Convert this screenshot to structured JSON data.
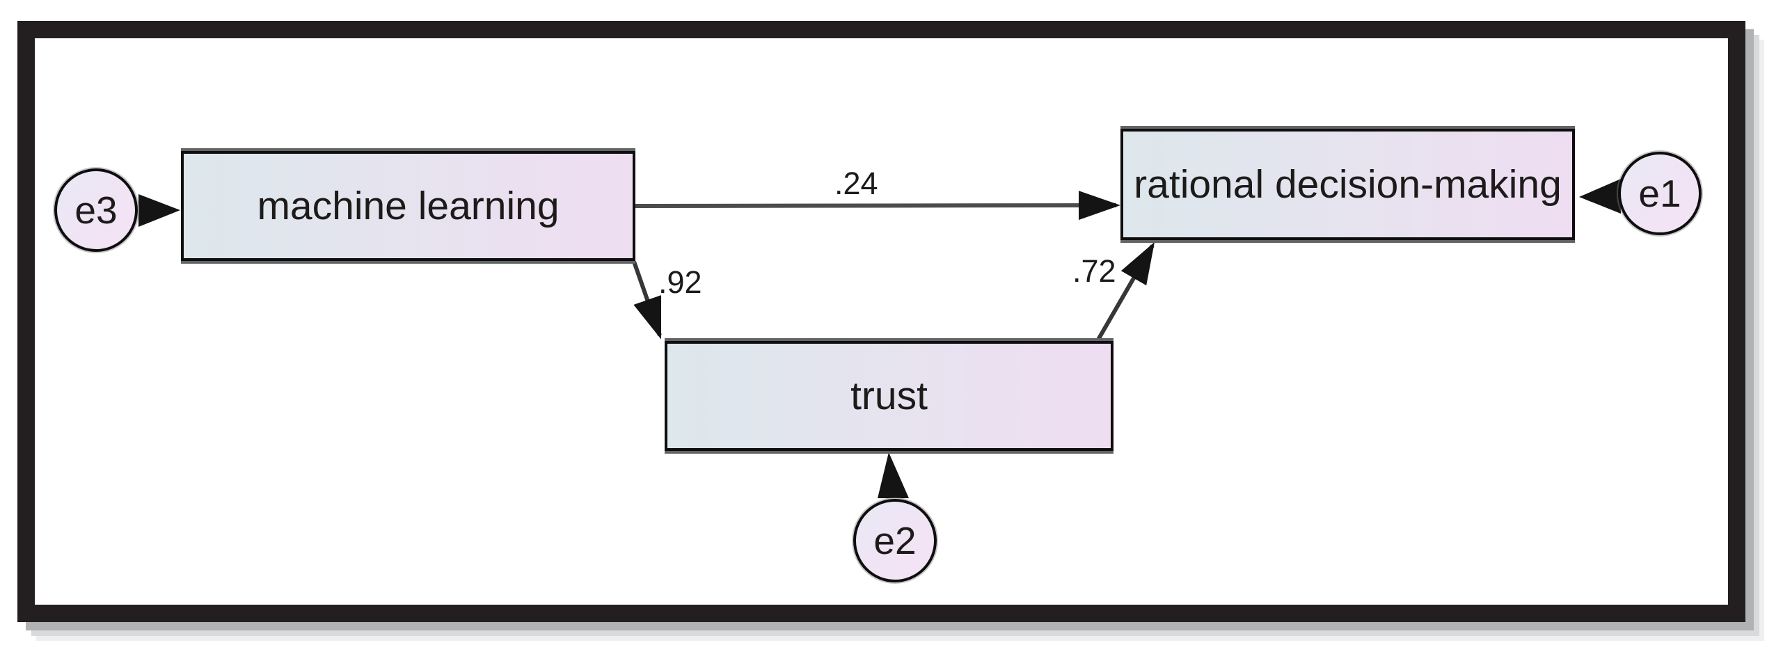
{
  "diagram": {
    "kind": "structural-equation-path-diagram",
    "nodes": [
      {
        "id": "e3",
        "type": "error-term",
        "shape": "circle",
        "label": "e3"
      },
      {
        "id": "machine-learning",
        "type": "observed-variable",
        "shape": "rectangle",
        "label": "machine learning"
      },
      {
        "id": "trust",
        "type": "observed-variable",
        "shape": "rectangle",
        "label": "trust"
      },
      {
        "id": "rational-decision-making",
        "type": "observed-variable",
        "shape": "rectangle",
        "label": "rational decision-making"
      },
      {
        "id": "e2",
        "type": "error-term",
        "shape": "circle",
        "label": "e2"
      },
      {
        "id": "e1",
        "type": "error-term",
        "shape": "circle",
        "label": "e1"
      }
    ],
    "edges": [
      {
        "from": "machine-learning",
        "to": "rational-decision-making",
        "coefficient": ".24"
      },
      {
        "from": "machine-learning",
        "to": "trust",
        "coefficient": ".92"
      },
      {
        "from": "trust",
        "to": "rational-decision-making",
        "coefficient": ".72"
      },
      {
        "from": "e3",
        "to": "machine-learning"
      },
      {
        "from": "e2",
        "to": "trust"
      },
      {
        "from": "e1",
        "to": "rational-decision-making"
      }
    ],
    "colors": {
      "frame": "#231f20",
      "frame_shadow": "#b0b2b4",
      "node_border": "#0e0e0e",
      "node_fill_left": "#dde7ec",
      "node_fill_right": "#efddf2",
      "error_fill": "#f0e4f5",
      "arrow_line": "#4b4c4e",
      "arrowhead": "#141414",
      "text": "#1c1b1a"
    }
  }
}
